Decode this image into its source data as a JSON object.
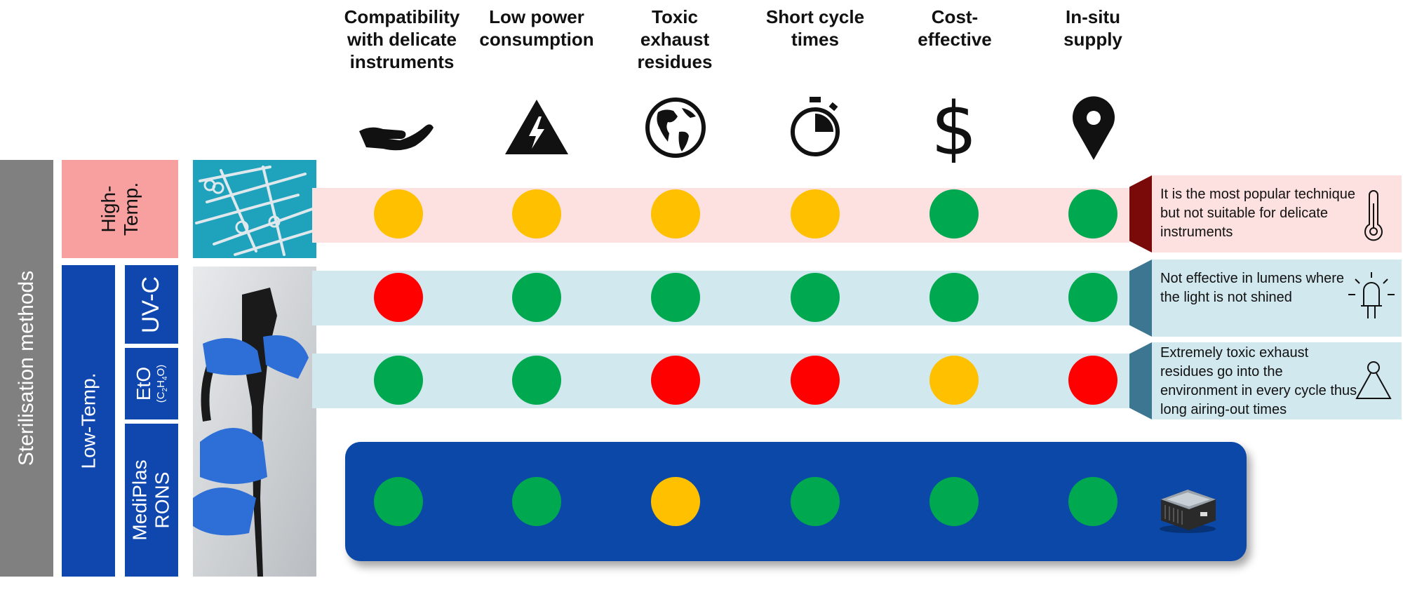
{
  "columns": [
    {
      "label": "Compatibility\nwith delicate\ninstruments",
      "icon": "hand-icon"
    },
    {
      "label": "Low power\nconsumption",
      "icon": "power-warning-icon"
    },
    {
      "label": "Toxic\nexhaust\nresidues",
      "icon": "globe-icon"
    },
    {
      "label": "Short cycle\ntimes",
      "icon": "stopwatch-icon"
    },
    {
      "label": "Cost-\neffective",
      "icon": "dollar-icon"
    },
    {
      "label": "In-situ\nsupply",
      "icon": "location-pin-icon"
    }
  ],
  "left": {
    "main_label": "Sterilisation methods",
    "high_temp": "High-\nTemp.",
    "low_temp": "Low-Temp.",
    "uvc": "UV-C",
    "eto": "EtO",
    "eto_formula_parts": [
      "(C",
      "2",
      "H",
      "4",
      "O)"
    ],
    "mediplas": "MediPlas\nRONS"
  },
  "colors": {
    "green": "#00a94f",
    "yellow": "#ffc000",
    "red": "#ff0000",
    "high_band": "#fde0e0",
    "low_band": "#d1e8ee",
    "high_label_bg": "#f8a0a0",
    "low_label_bg": "#0f47af",
    "mediplas_band": "#0b48a8",
    "dark_red_tab": "#7a0a0a",
    "teal_tab": "#3c7690",
    "gray_bar": "#808080"
  },
  "rows": [
    {
      "name": "High-Temp.",
      "ratings": [
        "yellow",
        "yellow",
        "yellow",
        "yellow",
        "green",
        "green"
      ],
      "note": "It is the most popular technique but not suitable for delicate instruments",
      "note_icon": "thermometer-icon"
    },
    {
      "name": "UV-C",
      "ratings": [
        "red",
        "green",
        "green",
        "green",
        "green",
        "green"
      ],
      "note": "Not effective in lumens where the light is not shined",
      "note_icon": "uv-lamp-icon"
    },
    {
      "name": "EtO",
      "ratings": [
        "green",
        "green",
        "red",
        "red",
        "yellow",
        "red"
      ],
      "note": "Extremely toxic exhaust residues go into the environment in every cycle thus long airing-out times",
      "note_icon": "flask-icon"
    },
    {
      "name": "MediPlas RONS",
      "ratings": [
        "green",
        "green",
        "yellow",
        "green",
        "green",
        "green"
      ],
      "note_icon": "device-icon"
    }
  ]
}
